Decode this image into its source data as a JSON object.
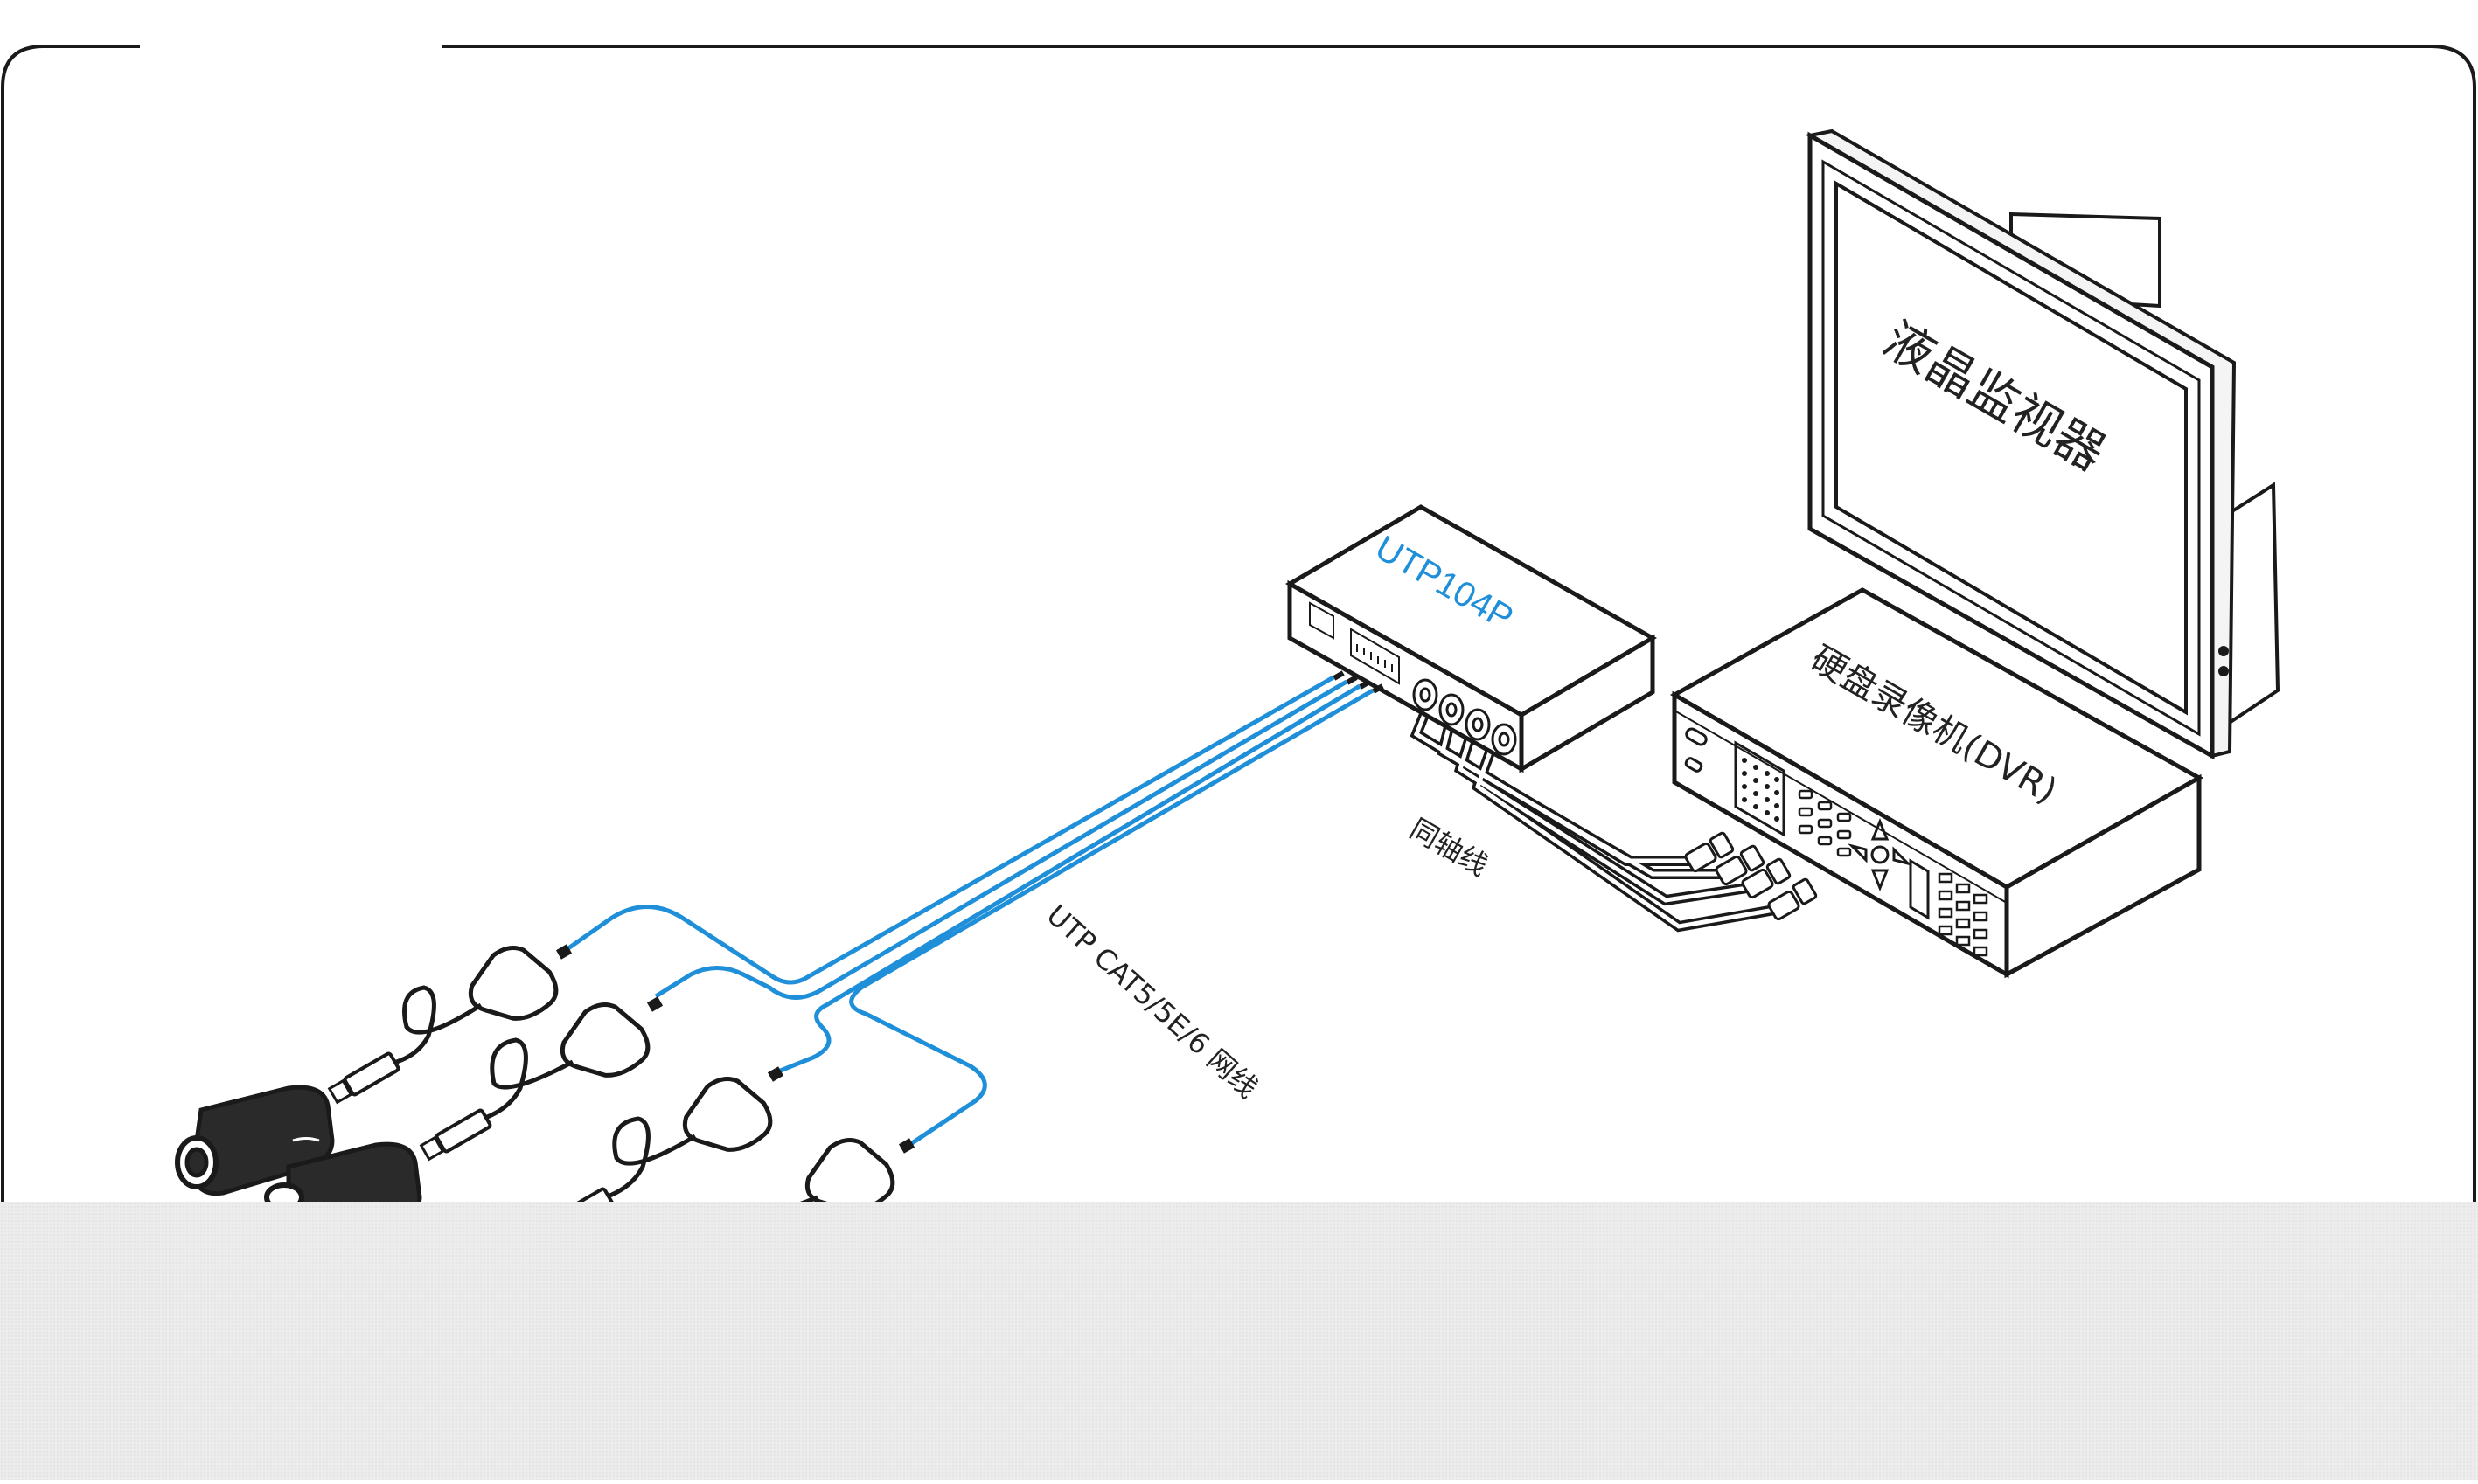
{
  "diagram": {
    "monitor_label": "液晶监视器",
    "dvr_label": "硬盘录像机(DVR)",
    "device_label": "UTP104P",
    "coax_label": "同轴线",
    "utp_label": "UTP CAT5/5E/6 网线"
  },
  "colors": {
    "frame": "#1a1a1a",
    "utp_cable": "#1e8fd8",
    "device_text": "#1e8fd8",
    "footer": "#ececec"
  },
  "icons": [
    "lcd-monitor-icon",
    "dvr-recorder-icon",
    "utp-transceiver-hub-icon",
    "bnc-connector-icon",
    "cctv-camera-icon",
    "video-balun-icon",
    "power-adapter-icon"
  ]
}
